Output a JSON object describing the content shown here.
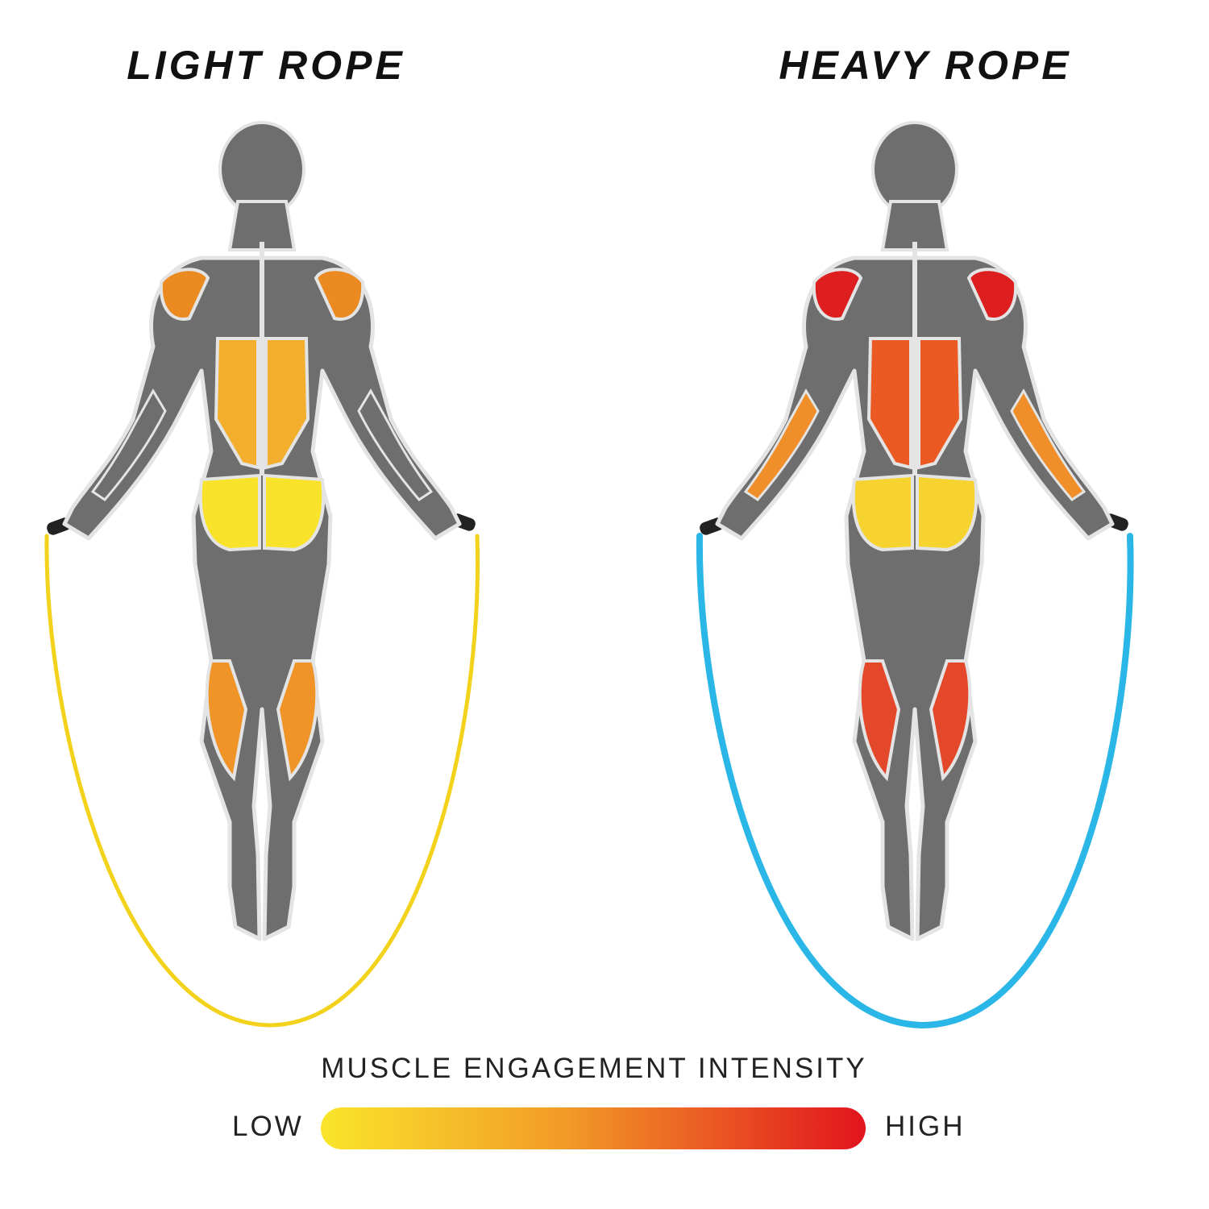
{
  "panels": [
    {
      "title": "LIGHT ROPE",
      "rope_color": "#f2d21b",
      "muscle_colors": {
        "shoulders": "#ec8a22",
        "back": "#f3ae2d",
        "glutes": "#f9e32a",
        "calves": "#f09428",
        "forearms": "#6e6e6e"
      }
    },
    {
      "title": "HEAVY ROPE",
      "rope_color": "#2ab6e6",
      "muscle_colors": {
        "shoulders": "#de1f1f",
        "back": "#ea5a22",
        "glutes": "#f6d32e",
        "calves": "#e3482a",
        "forearms": "#f08f2a"
      }
    }
  ],
  "legend": {
    "title": "MUSCLE ENGAGEMENT INTENSITY",
    "low_label": "LOW",
    "high_label": "HIGH",
    "gradient": [
      "#fae52b",
      "#f29a27",
      "#e1141e"
    ]
  },
  "colors": {
    "body": "#6e6e6e",
    "outline": "#e4e4e4"
  }
}
